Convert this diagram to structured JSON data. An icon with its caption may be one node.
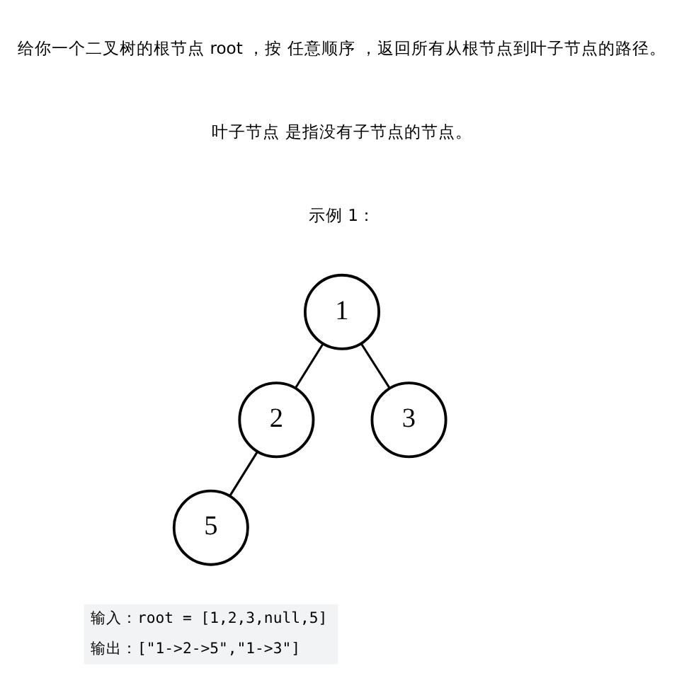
{
  "diagram": {
    "nodes": [
      {
        "text": [
          "1"
        ]
      },
      {
        "text": [
          "2"
        ]
      },
      {
        "text": [
          "3"
        ]
      },
      {
        "text": [
          "5"
        ]
      }
    ],
    "edges": [
      {
        "from": 0,
        "to": 1,
        "arrow": "none"
      },
      {
        "from": 0,
        "to": 2,
        "arrow": "none"
      },
      {
        "from": 1,
        "to": 3,
        "arrow": "none"
      }
    ],
    "labels": [
      "给你一个二叉树的根节点 root ，按 任意顺序 ，返回所有从根节点到叶子节点的路径。",
      "叶子节点 是指没有子节点的节点。",
      "示例 1：",
      "输入：root = [1,2,3,null,5]",
      "输出：[\"1->2->5\",\"1->3\"]"
    ]
  }
}
